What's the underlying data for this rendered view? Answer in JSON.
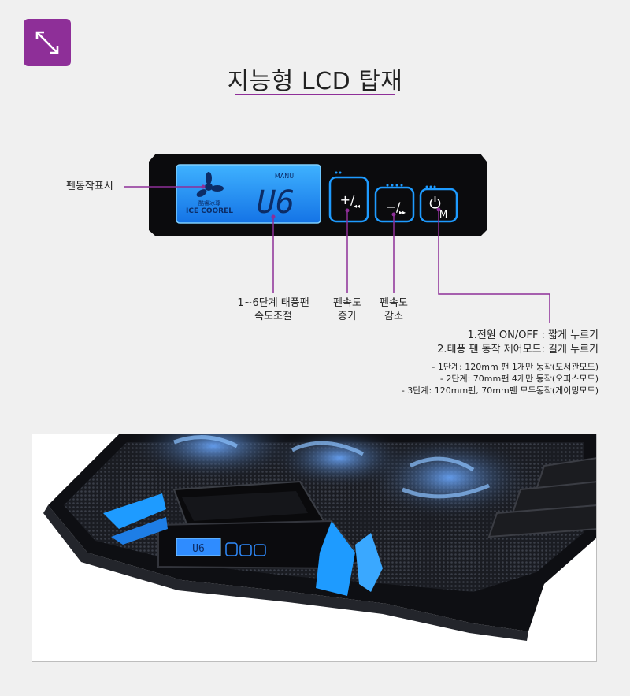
{
  "header": {
    "title": "지능형 LCD 탑재",
    "expand_icon": "expand-diagonal-icon",
    "accent_color": "#8e2f98"
  },
  "lcd": {
    "mode_text": "MANU",
    "brand_text": "ICE COOREL",
    "brand_small": "酷睿冰尊",
    "level_text": "U6"
  },
  "callouts": {
    "fan_display": "펜동작표시",
    "speed_control": [
      "1~6단계 태풍팬",
      "속도조절"
    ],
    "speed_up": [
      "펜속도",
      "증가"
    ],
    "speed_down": [
      "펜속도",
      "감소"
    ]
  },
  "description": {
    "lines": [
      "1.전원 ON/OFF : 짧게 누르기",
      "2.태풍 팬 동작 제어모드: 길게 누르기"
    ],
    "modes": [
      "- 1단계: 120mm 팬 1개만 동작(도서관모드)",
      "- 2단계: 70mm팬 4개만 동작(오피스모드)",
      "- 3단계: 120mm팬, 70mm팬  모두동작(게이밍모드)"
    ]
  },
  "colors": {
    "lcd_blue": "#1e9bff",
    "panel_black": "#0b0b0d",
    "line_purple": "#8e2f98"
  }
}
